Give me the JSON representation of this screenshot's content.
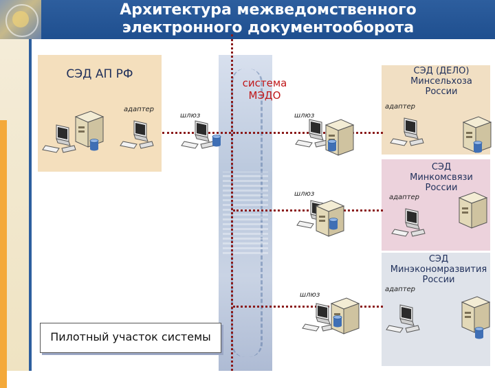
{
  "title": {
    "line1": "Архитектура межведомственного",
    "line2": "электронного  документооборота"
  },
  "central": {
    "label_line1": "система",
    "label_line2": "МЭДО"
  },
  "regions": {
    "ap": {
      "label": "СЭД АП РФ",
      "adapter": "адаптер",
      "gateway": "шлюз"
    },
    "dela": {
      "label_line1": "СЭД (ДЕЛО)",
      "label_line2": "Минсельхоза",
      "label_line3": "России",
      "adapter": "адаптер",
      "gateway": "шлюз"
    },
    "svyaz": {
      "label_line1": "СЭД",
      "label_line2": "Минкомсвязи",
      "label_line3": "России",
      "adapter": "адаптер",
      "gateway": "шлюз"
    },
    "econom": {
      "label_line1": "СЭД",
      "label_line2": "Минэкономразвития",
      "label_line3": "России",
      "adapter": "адаптер",
      "gateway": "шлюз"
    }
  },
  "pilot": {
    "label": "Пилотный участок системы"
  },
  "colors": {
    "header": "#2d5e9e",
    "medo_label": "#c0181a",
    "dotted_lines": "#8a1a1a",
    "region_ap": "#f4dfbd",
    "region_dela": "#f1dfc3",
    "region_svyaz": "#ecd2dc",
    "region_econom": "#dfe3ea"
  },
  "icons": [
    "server-icon",
    "workstation-icon",
    "database-icon"
  ]
}
